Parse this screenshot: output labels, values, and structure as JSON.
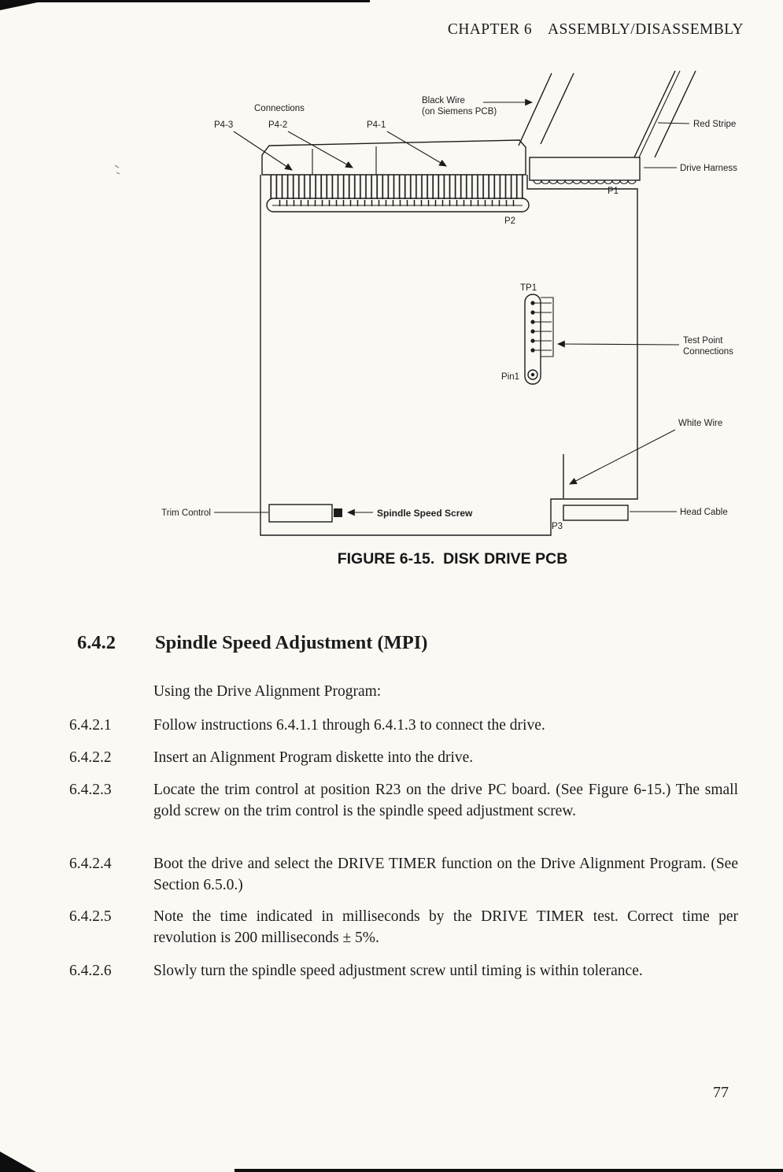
{
  "page": {
    "header": "CHAPTER 6    ASSEMBLY/DISASSEMBLY",
    "page_number": "77"
  },
  "figure": {
    "caption": "FIGURE 6-15.  DISK DRIVE PCB",
    "labels": {
      "connections": "Connections",
      "p4_3": "P4-3",
      "p4_2": "P4-2",
      "p4_1": "P4-1",
      "black_wire_1": "Black Wire",
      "black_wire_2": "(on Siemens PCB)",
      "red_stripe": "Red Stripe",
      "drive_harness": "Drive Harness",
      "p1": "P1",
      "p2": "P2",
      "tp1": "TP1",
      "test_point_1": "Test Point",
      "test_point_2": "Connections",
      "pin1": "Pin1",
      "white_wire": "White Wire",
      "trim_control": "Trim Control",
      "spindle_speed_screw": "Spindle Speed Screw",
      "p3": "P3",
      "head_cable": "Head Cable"
    }
  },
  "section": {
    "number": "6.4.2",
    "title": "Spindle Speed Adjustment (MPI)",
    "intro": "Using the Drive Alignment Program:",
    "items": [
      {
        "number": "6.4.2.1",
        "text": "Follow instructions 6.4.1.1 through 6.4.1.3 to connect the drive."
      },
      {
        "number": "6.4.2.2",
        "text": "Insert an Alignment Program diskette into the drive."
      },
      {
        "number": "6.4.2.3",
        "text": "Locate the trim control at position R23 on the drive PC board. (See Figure 6-15.) The small gold screw on the trim control is the spindle speed adjustment screw."
      },
      {
        "number": "6.4.2.4",
        "text": "Boot the drive and select the DRIVE TIMER function on the Drive Alignment Program. (See Section 6.5.0.)"
      },
      {
        "number": "6.4.2.5",
        "text": "Note the time indicated in milliseconds by the DRIVE TIMER test. Correct time per revolution is 200 milliseconds ± 5%."
      },
      {
        "number": "6.4.2.6",
        "text": "Slowly turn the spindle speed adjustment screw until timing is within tolerance."
      }
    ]
  }
}
